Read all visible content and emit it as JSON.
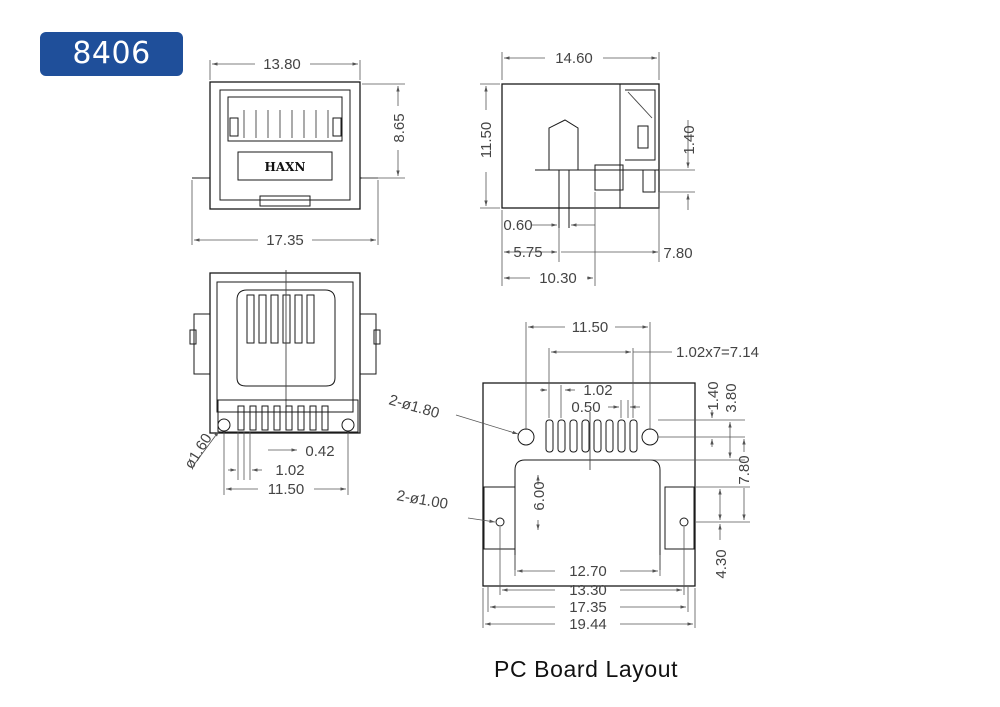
{
  "part_number": "8406",
  "caption": "PC Board Layout",
  "brand_mark": "HAXN",
  "front_view": {
    "width": "13.80",
    "height": "8.65",
    "span": "17.35"
  },
  "side_view": {
    "width": "14.60",
    "height": "11.50",
    "tab": "1.40",
    "pin": "0.60",
    "pos_a": "5.75",
    "pos_b": "7.80",
    "depth": "10.30"
  },
  "bottom_view": {
    "hole": "ø1.60",
    "pin_w": "0.42",
    "pitch": "1.02",
    "span": "11.50"
  },
  "pcb_layout": {
    "span_top": "11.50",
    "pitch_total": "1.02x7=7.14",
    "pitch": "1.02",
    "offset": "0.50",
    "large_holes": "2-ø1.80",
    "small_holes": "2-ø1.00",
    "v1": "1.40",
    "v2": "3.80",
    "v3": "7.80",
    "v4": "6.00",
    "v5": "4.30",
    "h1": "12.70",
    "h2": "13.30",
    "h3": "17.35",
    "h4": "19.44"
  },
  "colors": {
    "badge": "#1f4f9a",
    "line": "#1a1a1a",
    "dim": "#555555"
  }
}
